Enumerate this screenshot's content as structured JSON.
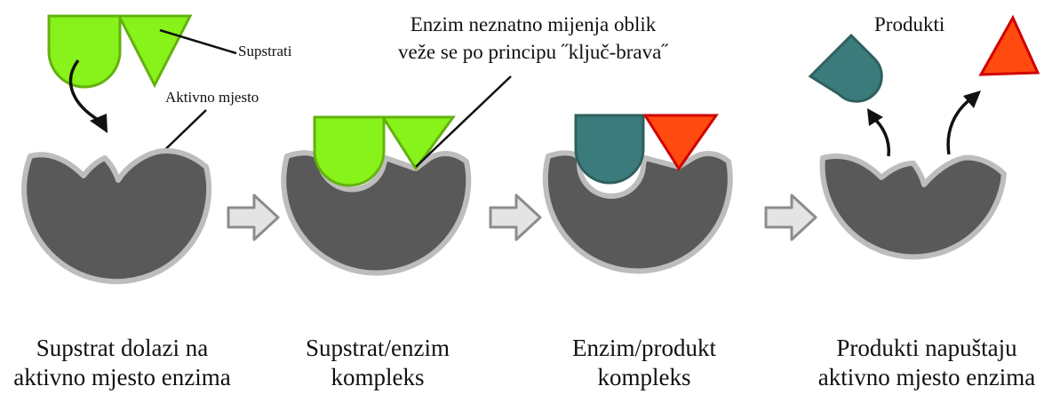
{
  "labels": {
    "supstrati": "Supstrati",
    "aktivno_mjesto": "Aktivno mjesto",
    "note_line1": "Enzim neznatno mijenja oblik",
    "note_line2": "veže se po principu ˝ključ-brava˝",
    "produkti": "Produkti"
  },
  "captions": [
    {
      "line1": "Supstrat dolazi na",
      "line2": "aktivno mjesto enzima"
    },
    {
      "line1": "Supstrat/enzim",
      "line2": "kompleks"
    },
    {
      "line1": "Enzim/produkt",
      "line2": "kompleks"
    },
    {
      "line1": "Produkti napuštaju",
      "line2": "aktivno mjesto enzima"
    }
  ],
  "colors": {
    "enzyme": "#595959",
    "enzyme_outline": "#bdbdbd",
    "substrate": "#88f21b",
    "substrate_outline": "#63b10f",
    "product_round": "#3c7b7b",
    "product_round_outline": "#2f5f5f",
    "product_triangle": "#ff4a10",
    "product_triangle_outline": "#d00000",
    "arrow": "#c9c9c9"
  }
}
